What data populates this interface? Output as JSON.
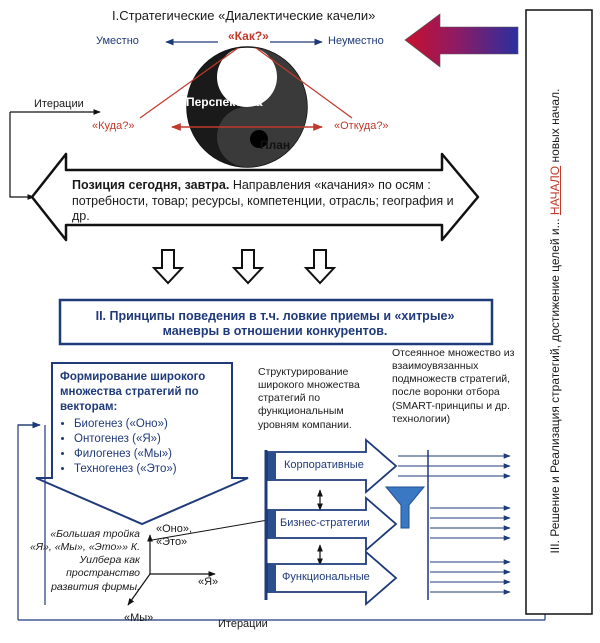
{
  "title": {
    "prefix": "I.",
    "text": "Стратегические «Диалектические качели»"
  },
  "swing": {
    "left_label": "Уместно",
    "right_label": "Неуместно",
    "how": "«Как?»",
    "where_to": "«Куда?»",
    "where_from": "«Откуда?»",
    "perspective": "Перспектива",
    "plan": "План",
    "iterations_top": "Итерации"
  },
  "position": {
    "bold": "Позиция сегодня, завтра.",
    "text": " Направления «качания» по осям : потребности, товар; ресурсы, компетенции, отрасль; география и др."
  },
  "principles": {
    "text": "II. Принципы поведения в т.ч. ловкие приемы и «хитрые» маневры в отношении конкурентов."
  },
  "formation": {
    "heading": "Формирование широкого множества стратегий по векторам:",
    "items": [
      "Биогенез («Оно»)",
      "Онтогенез («Я»)",
      "Филогенез («Мы»)",
      "Техногенез («Это»)"
    ]
  },
  "structuring": {
    "text": "Структурирование широкого множества стратегий по функциональным уровням компании."
  },
  "sifted": {
    "text": "Отсеянное множество из взаимоувязанных подмножеств стратегий, после воронки отбора (SMART-принципы и др. технологии)"
  },
  "layers": {
    "corporate": "Корпоративные",
    "business": "Бизнес-стратегии",
    "functional": "Функциональные"
  },
  "wilber": {
    "text": "«Большая тройка «Я», «Мы», «Это»» К. Уилбера как пространство развития фирмы."
  },
  "axes": {
    "ono_eto": "«Оно»,\n«Это»",
    "ya": "«Я»",
    "my": "«Мы»"
  },
  "iterations_bottom": "Итерации",
  "side": {
    "part1": "III. Решение и Реализация стратегий, достижение целей и... ",
    "highlight": "НАЧАЛО",
    "part2": " новых начал."
  },
  "colors": {
    "accent_red": "#c0392b",
    "accent_blue": "#1f3a7a",
    "arrow_red": "#c8102e",
    "arrow_blue": "#2a2f9e"
  }
}
